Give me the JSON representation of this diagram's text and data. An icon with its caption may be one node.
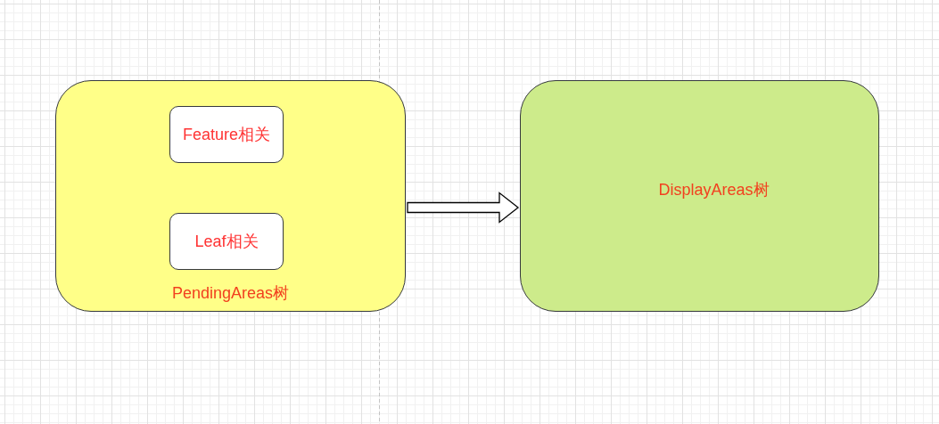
{
  "diagram": {
    "nodes": [
      {
        "text": [
          "PendingAreas树"
        ]
      },
      {
        "text": [
          "Feature相关"
        ],
        "in": 0
      },
      {
        "text": [
          "Leaf相关"
        ],
        "in": 0
      },
      {
        "text": [
          "DisplayAreas树"
        ]
      }
    ],
    "edges": [
      {
        "from": 0,
        "to": 3,
        "arrow": "to"
      }
    ]
  }
}
